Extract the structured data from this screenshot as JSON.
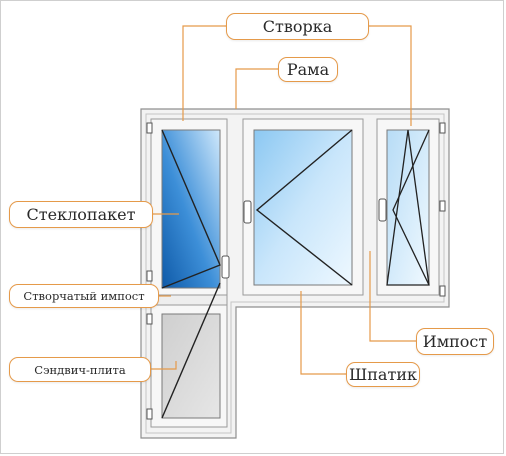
{
  "labels": {
    "stvorka": "Створка",
    "rama": "Рама",
    "steklopaket": "Стеклопакет",
    "stvorchaty_impost": "Створчатый импост",
    "sendvich_plita": "Сэндвич-плита",
    "impost": "Импост",
    "shpatik": "Шпатик"
  },
  "colors": {
    "callout_line": "#e59a4a",
    "frame": "#f4f4f4",
    "frame_stroke": "#9a9a9a",
    "glass_dark": "#1f6fbf",
    "glass_light": "#d8eefc",
    "sandwich_panel": "#d9d9d9"
  }
}
